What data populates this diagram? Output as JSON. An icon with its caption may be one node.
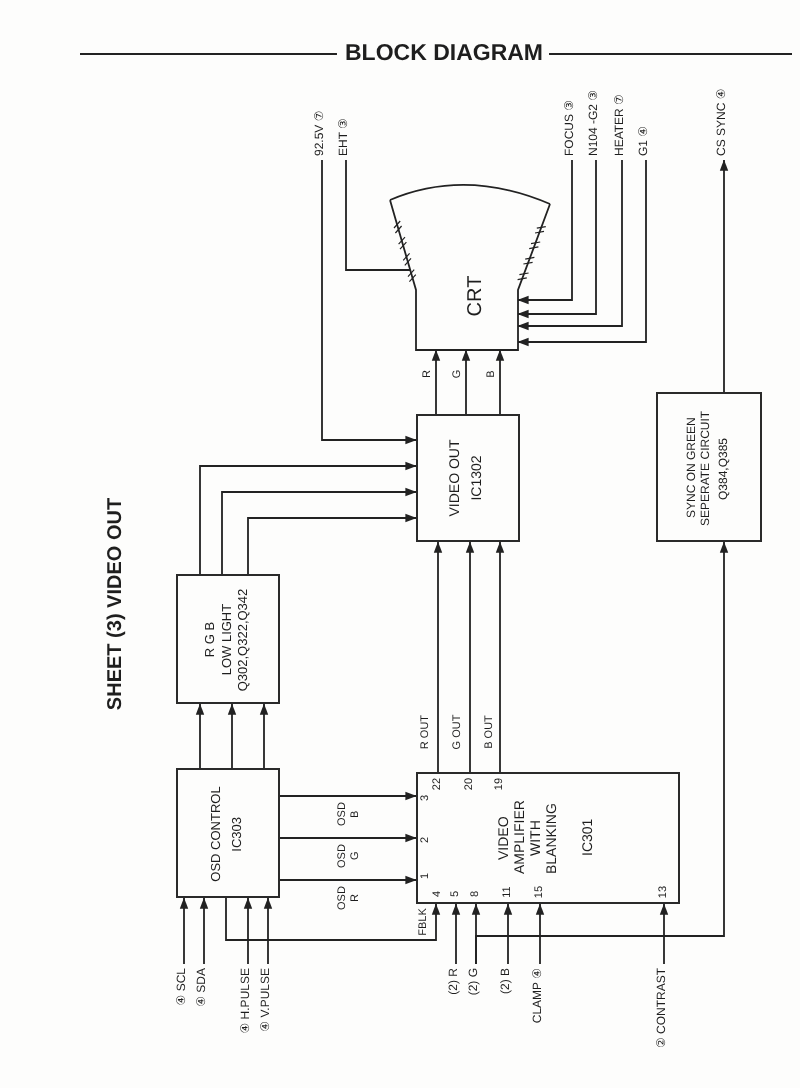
{
  "diagram": {
    "title": "BLOCK DIAGRAM",
    "nodes": [
      {
        "text": [
          "CRT"
        ]
      },
      {
        "text": [
          "92.5V ⑦"
        ]
      },
      {
        "text": [
          "EHT ③"
        ]
      },
      {
        "text": [
          "FOCUS ③"
        ]
      },
      {
        "text": [
          "N104 -G2 ③"
        ]
      },
      {
        "text": [
          "HEATER ⑦"
        ]
      },
      {
        "text": [
          "G1 ④"
        ]
      },
      {
        "text": [
          "CS SYNC ④"
        ]
      },
      {
        "text": [
          "R G B",
          "LOW LIGHT",
          "Q302,Q322,Q342"
        ]
      },
      {
        "text": [
          "VIDEO OUT",
          "IC1302"
        ]
      },
      {
        "text": [
          "SYNC ON GREEN SEPERATE CIRCUIT",
          "Q384,Q385"
        ]
      },
      {
        "text": [
          "OSD CONTROL",
          "IC303"
        ]
      },
      {
        "text": [
          "VIDEO AMPLIFIER WITH BLANKING",
          "IC301"
        ]
      },
      {
        "text": [
          "④ SCL"
        ]
      },
      {
        "text": [
          "④ SDA"
        ]
      },
      {
        "text": [
          "④ H.PULSE"
        ]
      },
      {
        "text": [
          "④ V.PULSE"
        ]
      },
      {
        "text": [
          "(2) R"
        ]
      },
      {
        "text": [
          "(2) G"
        ]
      },
      {
        "text": [
          "(2) B"
        ]
      },
      {
        "text": [
          "CLAMP ④"
        ]
      },
      {
        "text": [
          "② CONTRAST"
        ]
      }
    ],
    "edges": [
      {
        "from": 1,
        "to": 9,
        "arrow": "to"
      },
      {
        "from": 2,
        "to": 0,
        "arrow": "none"
      },
      {
        "from": 3,
        "to": 0,
        "arrow": "to"
      },
      {
        "from": 4,
        "to": 0,
        "arrow": "to"
      },
      {
        "from": 5,
        "to": 0,
        "arrow": "to"
      },
      {
        "from": 6,
        "to": 0,
        "arrow": "to"
      },
      {
        "from": 10,
        "to": 7,
        "arrow": "to"
      },
      {
        "from": 9,
        "to": 0,
        "arrow": "to",
        "label": "R"
      },
      {
        "from": 9,
        "to": 0,
        "arrow": "to",
        "label": "G"
      },
      {
        "from": 9,
        "to": 0,
        "arrow": "to",
        "label": "B"
      },
      {
        "from": 8,
        "to": 9,
        "arrow": "to"
      },
      {
        "from": 8,
        "to": 9,
        "arrow": "to"
      },
      {
        "from": 8,
        "to": 9,
        "arrow": "to"
      },
      {
        "from": 11,
        "to": 8,
        "arrow": "to"
      },
      {
        "from": 11,
        "to": 8,
        "arrow": "to"
      },
      {
        "from": 11,
        "to": 8,
        "arrow": "to"
      },
      {
        "from": 11,
        "to": 12,
        "arrow": "to",
        "label": "OSD B"
      },
      {
        "from": 11,
        "to": 12,
        "arrow": "to",
        "label": "OSD G"
      },
      {
        "from": 11,
        "to": 12,
        "arrow": "to",
        "label": "OSD R"
      },
      {
        "from": 11,
        "to": 12,
        "arrow": "to",
        "label": "FBLK"
      },
      {
        "from": 12,
        "to": 9,
        "arrow": "to",
        "label": "R OUT"
      },
      {
        "from": 12,
        "to": 9,
        "arrow": "to",
        "label": "G OUT"
      },
      {
        "from": 12,
        "to": 9,
        "arrow": "to",
        "label": "B OUT"
      },
      {
        "from": 13,
        "to": 11,
        "arrow": "to"
      },
      {
        "from": 14,
        "to": 11,
        "arrow": "to"
      },
      {
        "from": 15,
        "to": 11,
        "arrow": "to"
      },
      {
        "from": 16,
        "to": 11,
        "arrow": "to"
      },
      {
        "from": 17,
        "to": 12,
        "arrow": "to"
      },
      {
        "from": 18,
        "to": 12,
        "arrow": "to"
      },
      {
        "from": 19,
        "to": 12,
        "arrow": "to"
      },
      {
        "from": 20,
        "to": 12,
        "arrow": "to"
      },
      {
        "from": 21,
        "to": 12,
        "arrow": "to"
      },
      {
        "from": 18,
        "to": 10,
        "arrow": "to"
      }
    ],
    "labels": [
      "SHEET (3) VIDEO OUT",
      "22",
      "20",
      "19",
      "3",
      "2",
      "1",
      "4",
      "5",
      "8",
      "11",
      "15",
      "13"
    ]
  }
}
